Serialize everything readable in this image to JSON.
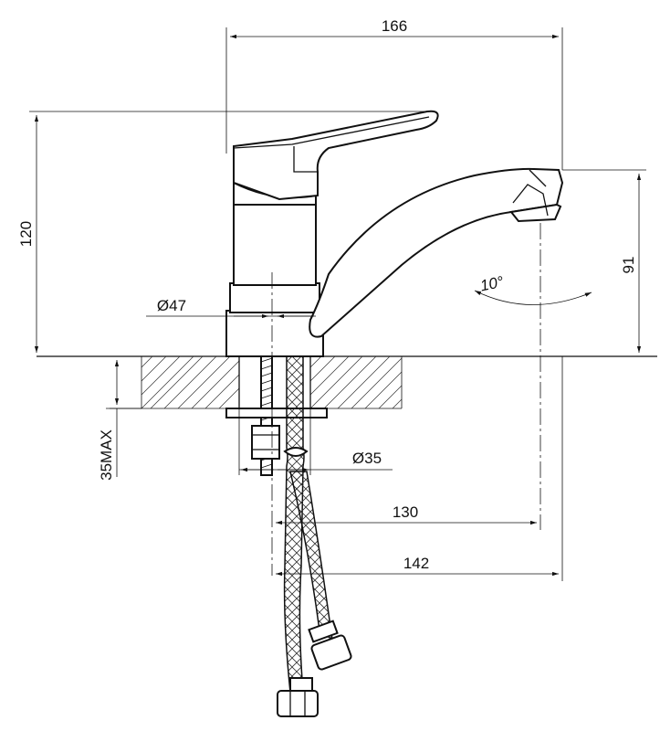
{
  "dimensions": {
    "width_total": "166",
    "height_total": "120",
    "spout_height": "91",
    "body_diameter": "Ø47",
    "hole_diameter": "Ø35",
    "reach_130": "130",
    "reach_142": "142",
    "counter_max": "35MAX",
    "angle": "10°"
  },
  "colors": {
    "line": "#111111",
    "background": "#ffffff",
    "hatch": "#333333"
  }
}
